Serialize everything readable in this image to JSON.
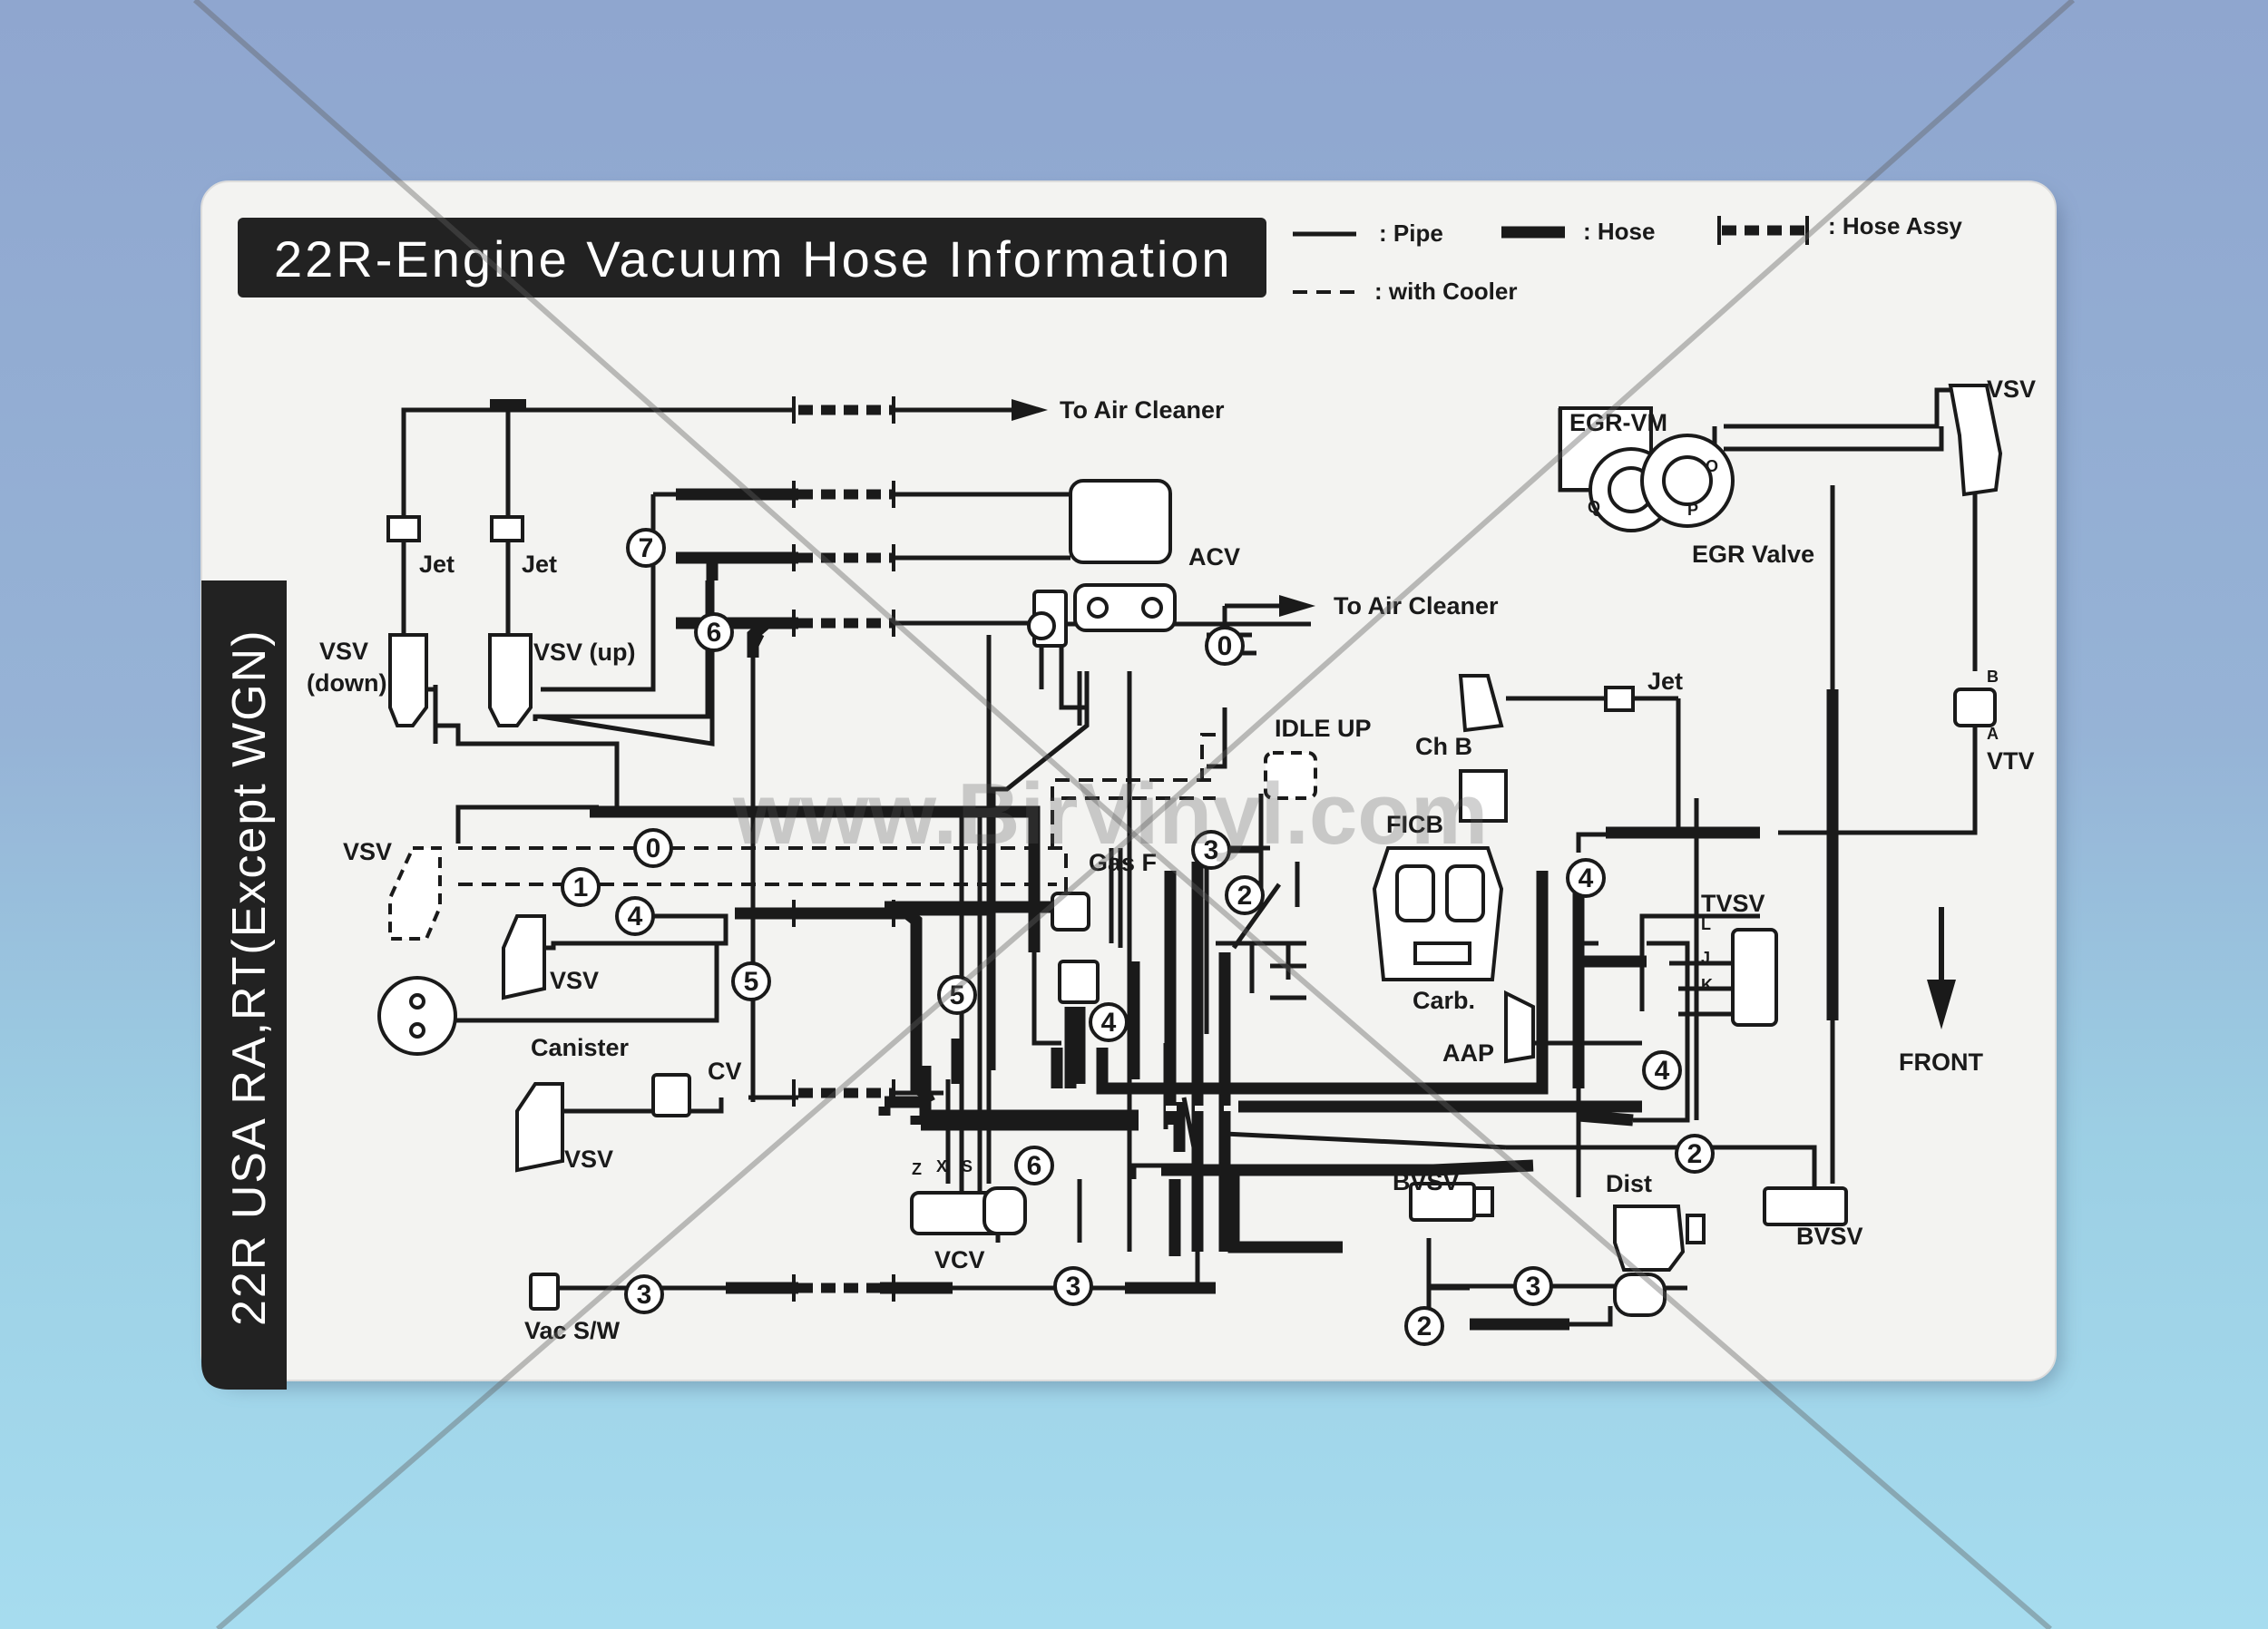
{
  "card": {
    "title": "22R-Engine  Vacuum  Hose  Information",
    "side_label": "22R USA RA,RT(Except WGN)"
  },
  "legend": {
    "pipe": ": Pipe",
    "hose": ": Hose",
    "hose_assy": ": Hose Assy",
    "cooler": ": with Cooler"
  },
  "labels": {
    "air_cleaner_top": "To Air Cleaner",
    "air_cleaner_mid": "To Air Cleaner",
    "jet_left": "Jet",
    "jet_mid": "Jet",
    "jet_right": "Jet",
    "vsv_down_1": "VSV",
    "vsv_down_2": "(down)",
    "vsv_up": "VSV (up)",
    "acv": "ACV",
    "egr_vm": "EGR-VM",
    "egr_valve": "EGR Valve",
    "vsv_top_right": "VSV",
    "vtv": "VTV",
    "idle_up": "IDLE UP",
    "ch_b": "Ch B",
    "ficb": "FICB",
    "carb": "Carb.",
    "gas_f": "Gas F",
    "vsv_dashed": "VSV",
    "vsv_mid": "VSV",
    "canister": "Canister",
    "cv": "CV",
    "vsv_low": "VSV",
    "vcv": "VCV",
    "tvsv": "TVSV",
    "aap": "AAP",
    "front": "FRONT",
    "bvsv_mid": "BVSV",
    "bvsv_right": "BVSV",
    "dist": "Dist",
    "vac_sw": "Vac S/W"
  },
  "port_letters": {
    "o": "O",
    "p": "P",
    "q": "Q",
    "b": "B",
    "a": "A",
    "l": "L",
    "j": "J",
    "k": "K",
    "z": "Z",
    "x": "X",
    "s": "S"
  },
  "hose_numbers": {
    "n7": "7",
    "n6a": "6",
    "n0a": "0",
    "n0b": "0",
    "n1": "1",
    "n4a": "4",
    "n5a": "5",
    "n5b": "5",
    "n3a": "3",
    "n2a": "2",
    "n4b": "4",
    "n4c": "4",
    "n4d": "4",
    "n6b": "6",
    "n2b": "2",
    "n3b": "3",
    "n3c": "3",
    "n3d": "3",
    "n2c": "2"
  },
  "watermark": "www.BirVinyl.com"
}
